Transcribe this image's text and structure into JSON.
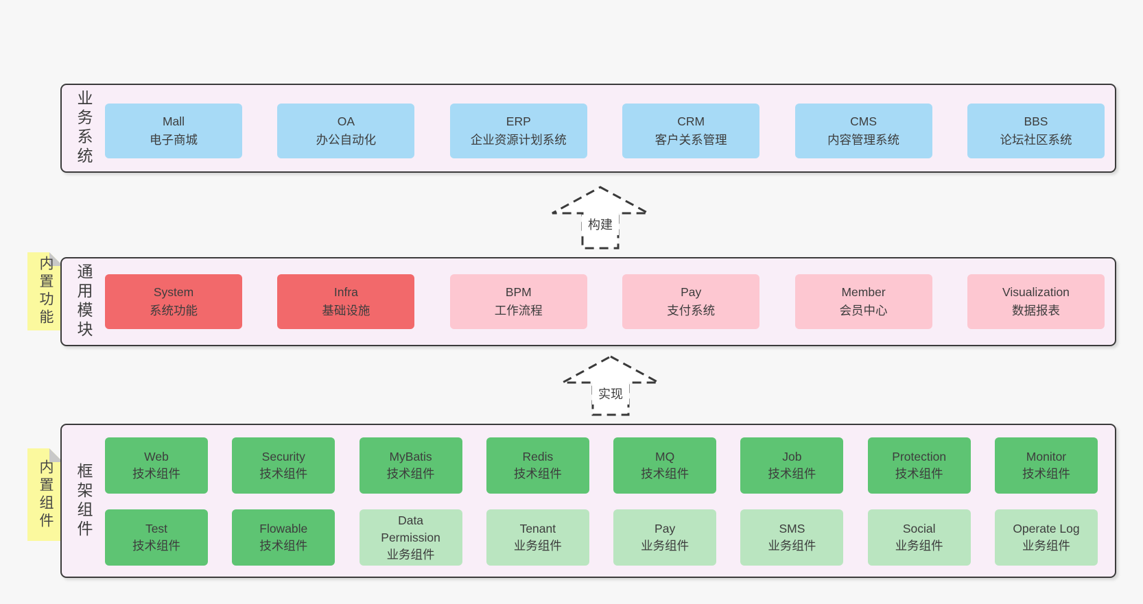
{
  "layers": [
    {
      "label": "业务系统",
      "boxes": [
        {
          "name": "Mall",
          "desc": "电子商城"
        },
        {
          "name": "OA",
          "desc": "办公自动化"
        },
        {
          "name": "ERP",
          "desc": "企业资源计划系统"
        },
        {
          "name": "CRM",
          "desc": "客户关系管理"
        },
        {
          "name": "CMS",
          "desc": "内容管理系统"
        },
        {
          "name": "BBS",
          "desc": "论坛社区系统"
        }
      ]
    },
    {
      "label": "通用模块",
      "note": "内置功能",
      "boxes": [
        {
          "name": "System",
          "desc": "系统功能"
        },
        {
          "name": "Infra",
          "desc": "基础设施"
        },
        {
          "name": "BPM",
          "desc": "工作流程"
        },
        {
          "name": "Pay",
          "desc": "支付系统"
        },
        {
          "name": "Member",
          "desc": "会员中心"
        },
        {
          "name": "Visualization",
          "desc": "数据报表"
        }
      ]
    },
    {
      "label": "框架组件",
      "note": "内置组件",
      "row1": [
        {
          "name": "Web",
          "desc": "技术组件"
        },
        {
          "name": "Security",
          "desc": "技术组件"
        },
        {
          "name": "MyBatis",
          "desc": "技术组件"
        },
        {
          "name": "Redis",
          "desc": "技术组件"
        },
        {
          "name": "MQ",
          "desc": "技术组件"
        },
        {
          "name": "Job",
          "desc": "技术组件"
        },
        {
          "name": "Protection",
          "desc": "技术组件"
        },
        {
          "name": "Monitor",
          "desc": "技术组件"
        }
      ],
      "row2": [
        {
          "name": "Test",
          "desc": "技术组件"
        },
        {
          "name": "Flowable",
          "desc": "技术组件"
        },
        {
          "name": "Data Permission",
          "desc": "业务组件"
        },
        {
          "name": "Tenant",
          "desc": "业务组件"
        },
        {
          "name": "Pay",
          "desc": "业务组件"
        },
        {
          "name": "SMS",
          "desc": "业务组件"
        },
        {
          "name": "Social",
          "desc": "业务组件"
        },
        {
          "name": "Operate Log",
          "desc": "业务组件"
        }
      ]
    }
  ],
  "arrows": [
    {
      "label": "构建"
    },
    {
      "label": "实现"
    }
  ],
  "colors": {
    "page_bg": "#f7f7f7",
    "layer_bg": "#f9eef8",
    "layer_border": "#3b3b3b",
    "system_blue": "#a7daf6",
    "module_red": "#f2696b",
    "module_pink": "#fdc7d1",
    "component_green": "#5ec473",
    "component_green_light": "#bae5c0",
    "sticky_yellow": "#fbf99e"
  }
}
